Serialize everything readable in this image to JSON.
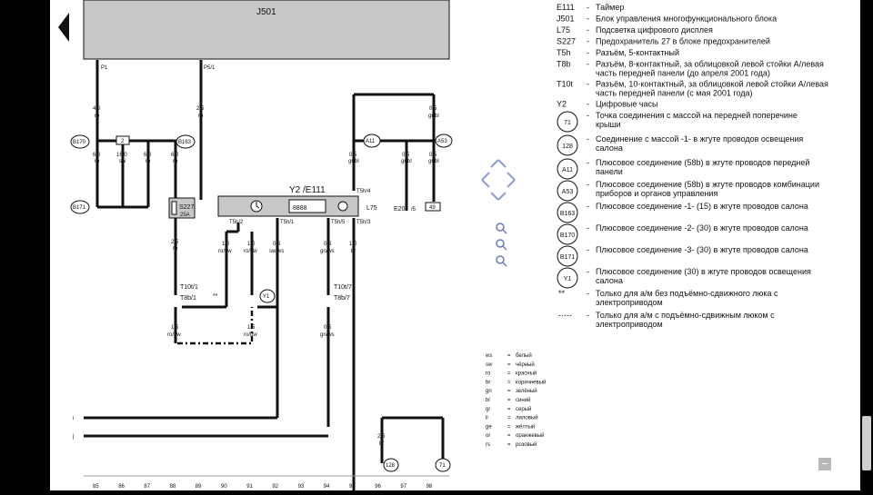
{
  "diagram": {
    "title_block": "J501",
    "module_pins": {
      "p1": "P1",
      "p5": "P5/1"
    },
    "wires": {
      "w_p1": {
        "size": "4,0",
        "color": "ro"
      },
      "w_p5": {
        "size": "2,5",
        "color": "ro"
      },
      "w1": {
        "size": "6,0",
        "color": "ro"
      },
      "w2": {
        "size": "16,0",
        "color": "sw"
      },
      "w3": {
        "size": "6,0",
        "color": "ro"
      },
      "w4": {
        "size": "6,0",
        "color": "ro"
      },
      "w_s227": {
        "size": "2,5",
        "color": "ro"
      },
      "w_t2a": {
        "size": "1,0",
        "color": "ro/bw"
      },
      "w_t2b": {
        "size": "1,0",
        "color": "ro/bw"
      },
      "w_sw": {
        "size": "0,5",
        "color": "sw/ws"
      },
      "w_gn": {
        "size": "0,5",
        "color": "gn/ws"
      },
      "w_br": {
        "size": "1,0",
        "color": "br"
      },
      "w_l1": {
        "size": "1,5",
        "color": "ro/bw"
      },
      "w_l2": {
        "size": "1,5",
        "color": "ro/bw"
      },
      "w_gn2": {
        "size": "0,5",
        "color": "gn/ws"
      },
      "w_a11": {
        "size": "0,5",
        "color": "gr/bl"
      },
      "w_gr2": {
        "size": "0,5",
        "color": "gr/bl"
      },
      "w_a53": {
        "size": "0,5",
        "color": "gr/bl"
      },
      "w_top": {
        "size": "0,5",
        "color": "gr/bl"
      },
      "w_bot": {
        "size": "2,5",
        "color": "br"
      }
    },
    "nodes": {
      "b170": "B170",
      "b171": "B171",
      "b163": "B163",
      "a11": "A11",
      "a53": "A53",
      "y1": "Y1",
      "n128": "128",
      "n71": "71",
      "box2": "2",
      "box49": "49"
    },
    "fuse": {
      "name": "S227",
      "rating": "25A"
    },
    "clock": {
      "name": "Y2 /E111",
      "display": "8888",
      "l75": "L75"
    },
    "connectors": {
      "t5h2": "T5h/2",
      "t5h1": "T5h/1",
      "t5h5": "T5h/5",
      "t5h3": "T5h/3",
      "t5h4": "T5h/4",
      "t10t1": "T10t/1",
      "t8b1": "T8b/1",
      "t10t7": "T10t/7",
      "t8b7": "T8b/7",
      "e20": "E20",
      "e20pin": "/5"
    },
    "note_marker": "**",
    "lines_ij": [
      "i",
      "j"
    ],
    "bottom_numbers": [
      "85",
      "86",
      "87",
      "88",
      "89",
      "90",
      "91",
      "92",
      "93",
      "94",
      "95",
      "96",
      "97",
      "98"
    ]
  },
  "legend": [
    {
      "code": "E111",
      "desc": "Таймер"
    },
    {
      "code": "J501",
      "desc": "Блок управления многофункционального блока"
    },
    {
      "code": "L75",
      "desc": "Подсветка цифрового дисплея"
    },
    {
      "code": "S227",
      "desc": "Предохранитель 27 в блоке предохранителей"
    },
    {
      "code": "T5h",
      "desc": "Разъём, 5-контактный"
    },
    {
      "code": "T8b",
      "desc": "Разъём, 8-контактный, за облицовкой левой стойки А/левая|часть передней панели (до апреля 2001 года)"
    },
    {
      "code": "T10t",
      "desc": "Разъём, 10-контактный, за облицовкой левой стойки А/левая|часть передней панели (с мая 2001 года)"
    },
    {
      "code": "Y2",
      "desc": "Цифровые часы"
    }
  ],
  "legend_circles": [
    {
      "code": "71",
      "desc": "Точка соединения с массой на передней поперечине|крыши"
    },
    {
      "code": "128",
      "desc": "Соединение с массой -1- в жгуте проводов освещения|салона"
    },
    {
      "code": "A11",
      "desc": "Плюсовое соединение (58b) в жгуте проводов передней|панели"
    },
    {
      "code": "A53",
      "desc": "Плюсовое соединение (58b) в жгуте проводов комбинации|приборов и органов управления"
    },
    {
      "code": "B163",
      "desc": "Плюсовое соединение -1- (15) в жгуте проводов салона"
    },
    {
      "code": "B170",
      "desc": "Плюсовое соединение -2- (30) в жгуте проводов салона"
    },
    {
      "code": "B171",
      "desc": "Плюсовое соединение -3- (30) в жгуте проводов салона"
    },
    {
      "code": "Y1",
      "desc": "Плюсовое соединение (30) в жгуте проводов освещения|салона"
    }
  ],
  "legend_notes": [
    {
      "mark": "**",
      "desc": "Только для а/м без подъёмно-сдвижного люка с|электроприводом"
    },
    {
      "mark": "-·-·-",
      "desc": "Только для а/м с подъёмно-сдвижным люком с|электроприводом"
    }
  ],
  "colors_legend": [
    {
      "abbr": "ws",
      "name": "белый"
    },
    {
      "abbr": "sw",
      "name": "чёрный"
    },
    {
      "abbr": "ro",
      "name": "красный"
    },
    {
      "abbr": "br",
      "name": "коричневый"
    },
    {
      "abbr": "gn",
      "name": "зелёный"
    },
    {
      "abbr": "bl",
      "name": "синий"
    },
    {
      "abbr": "gr",
      "name": "серый"
    },
    {
      "abbr": "li",
      "name": "лиловый"
    },
    {
      "abbr": "ge",
      "name": "жёлтый"
    },
    {
      "abbr": "or",
      "name": "оранжевый"
    },
    {
      "abbr": "rs",
      "name": "розовый"
    }
  ],
  "viewer": {
    "zoom_in": "+",
    "zoom_out": "−"
  },
  "theme": {
    "background": "#000000",
    "page": "#ffffff",
    "module_fill": "#c8c8c8",
    "nav_blue": "#8e9bd2"
  }
}
